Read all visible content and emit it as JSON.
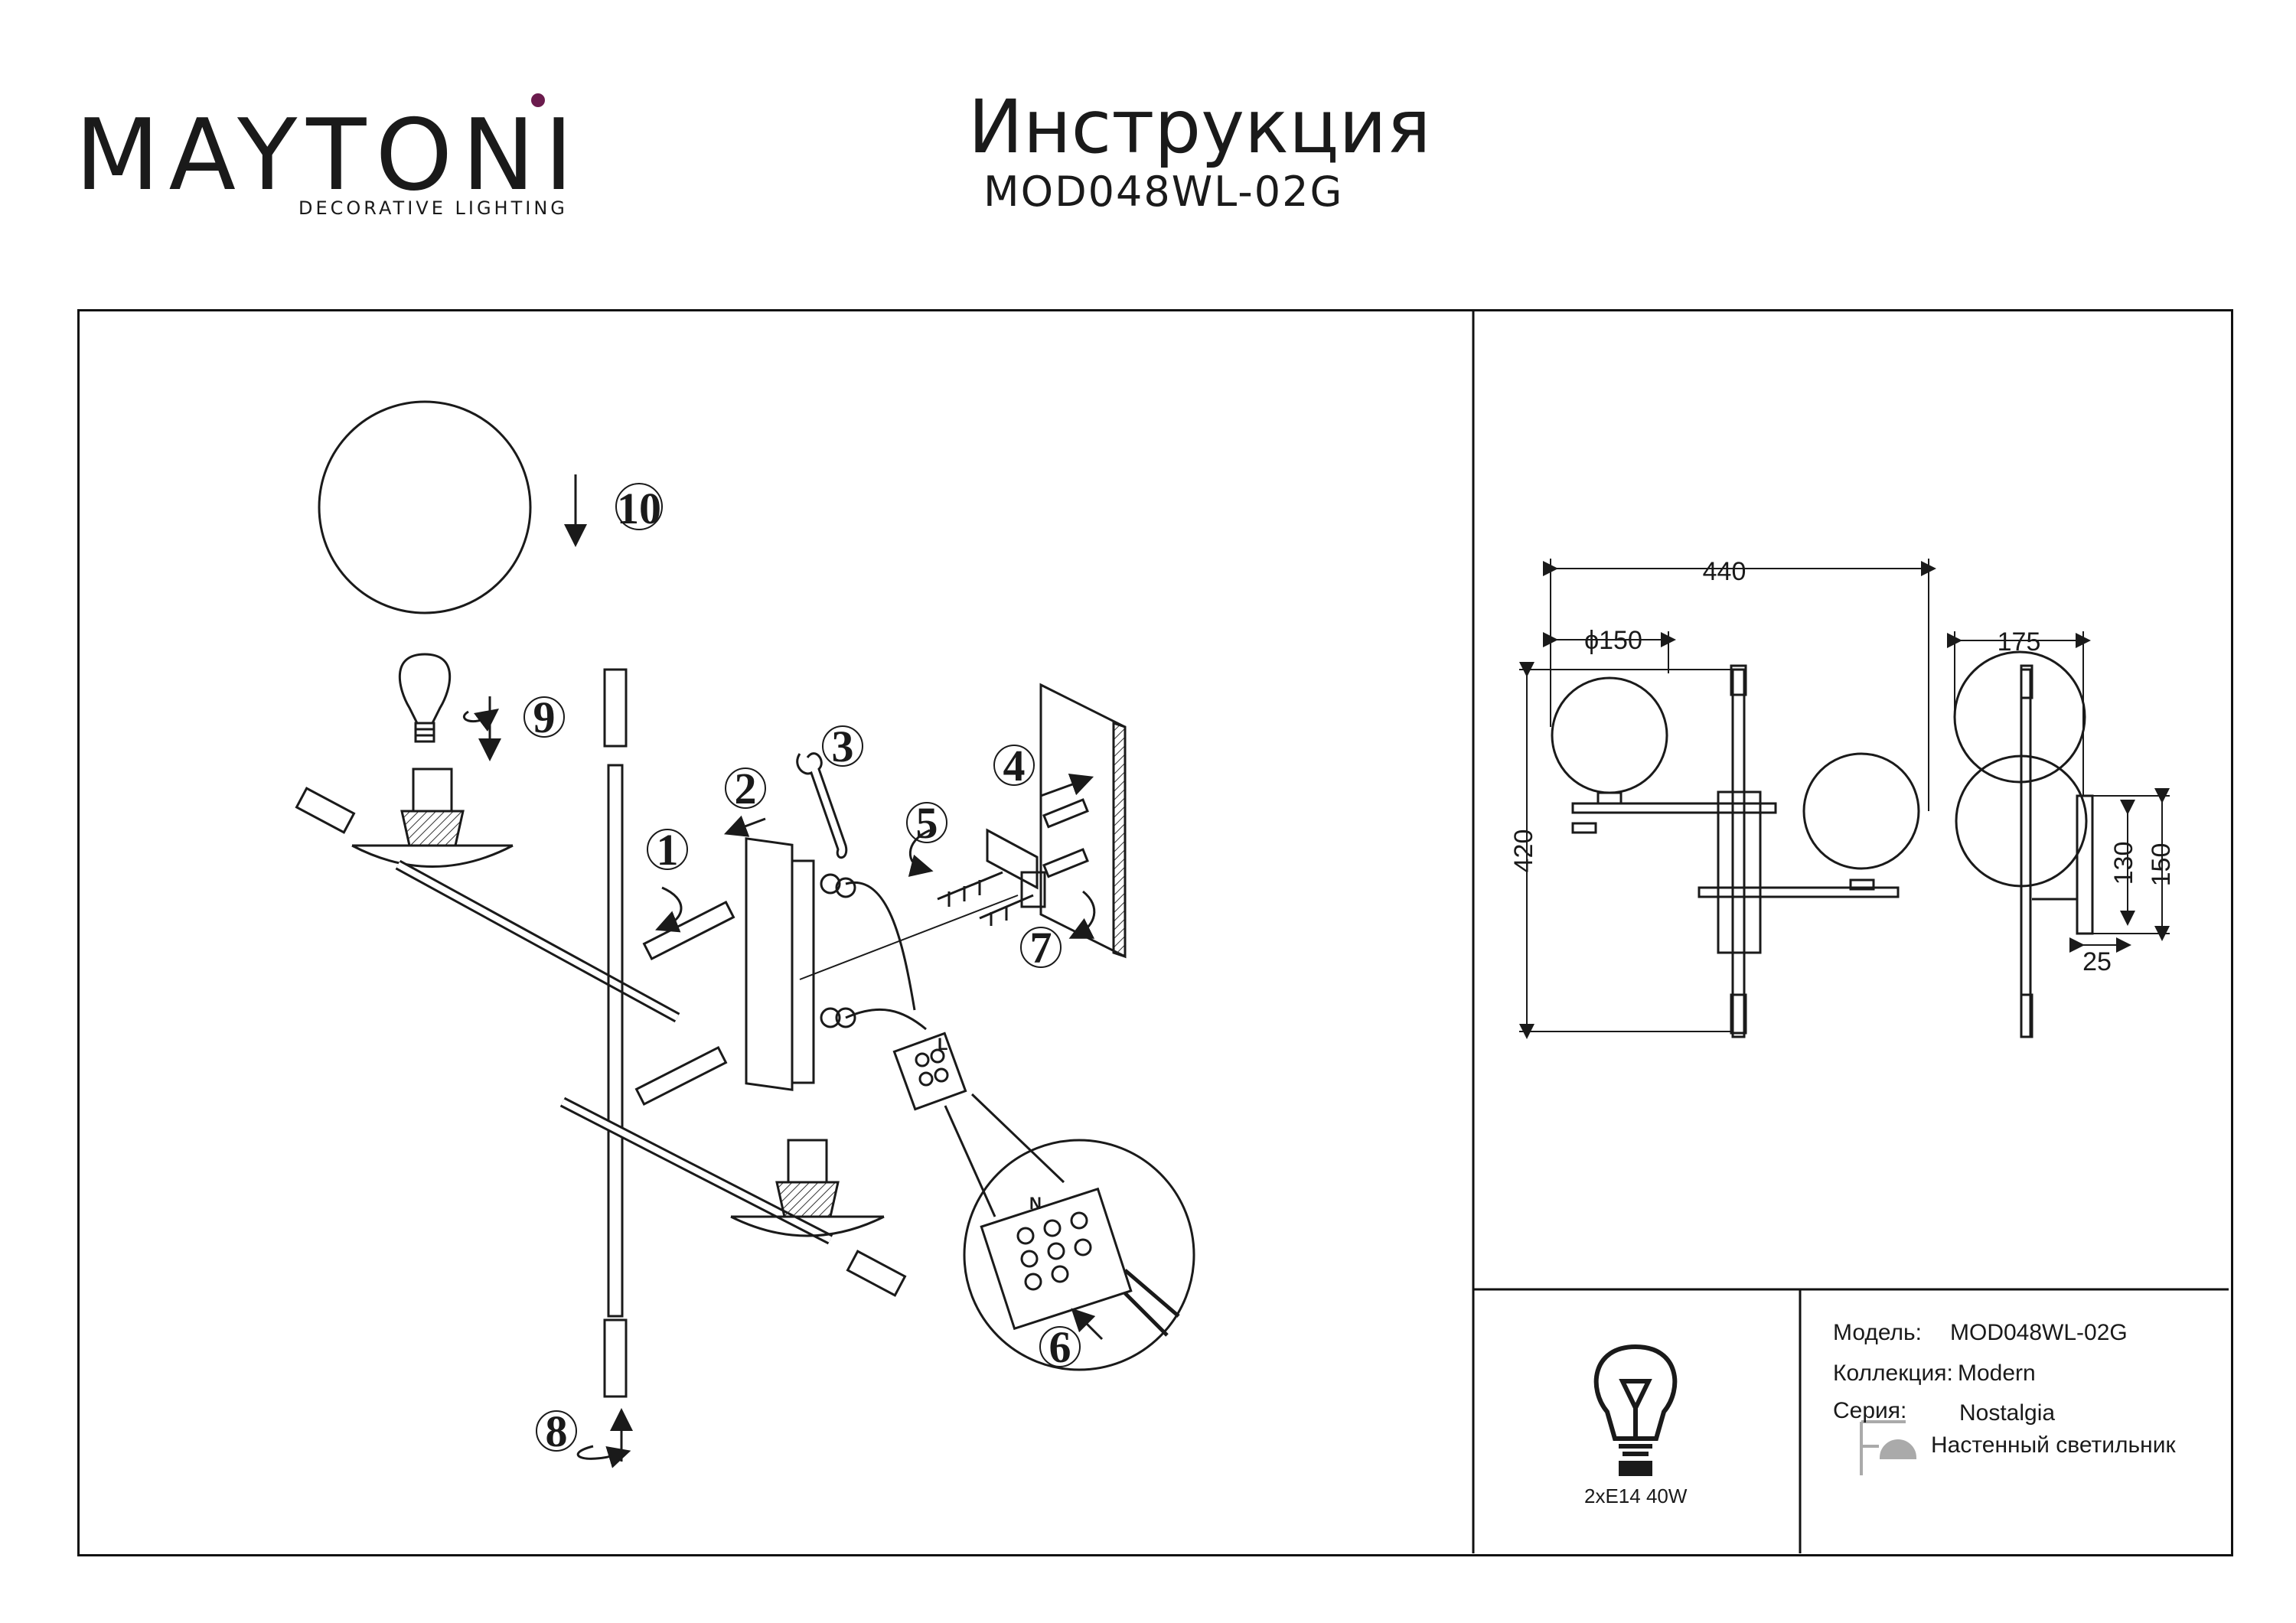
{
  "header": {
    "brand_prefix": "M",
    "brand_rest": "AYTONI",
    "brand_sub": "DECORATIVE LIGHTING",
    "title": "Инструкция",
    "model": "MOD048WL-02G"
  },
  "steps": [
    "1",
    "2",
    "3",
    "4",
    "5",
    "6",
    "7",
    "8",
    "9",
    "10"
  ],
  "dimensions": {
    "width_total": "440",
    "diameter": "ϕ150",
    "height": "420",
    "depth": "175",
    "plate_h1": "130",
    "plate_h2": "150",
    "plate_d": "25"
  },
  "terminal": {
    "n": "N",
    "l": "L"
  },
  "specs": {
    "lamp": "2xE14 40W",
    "model_label": "Модель:",
    "model_value": "MOD048WL-02G",
    "collection_label": "Коллекция:",
    "collection_value": "Modern",
    "series_label": "Серия:",
    "series_value": "Nostalgia",
    "type_value": "Настенный светильник"
  },
  "colors": {
    "brand_accent": "#6b1b4d",
    "line": "#1a1a1a"
  }
}
